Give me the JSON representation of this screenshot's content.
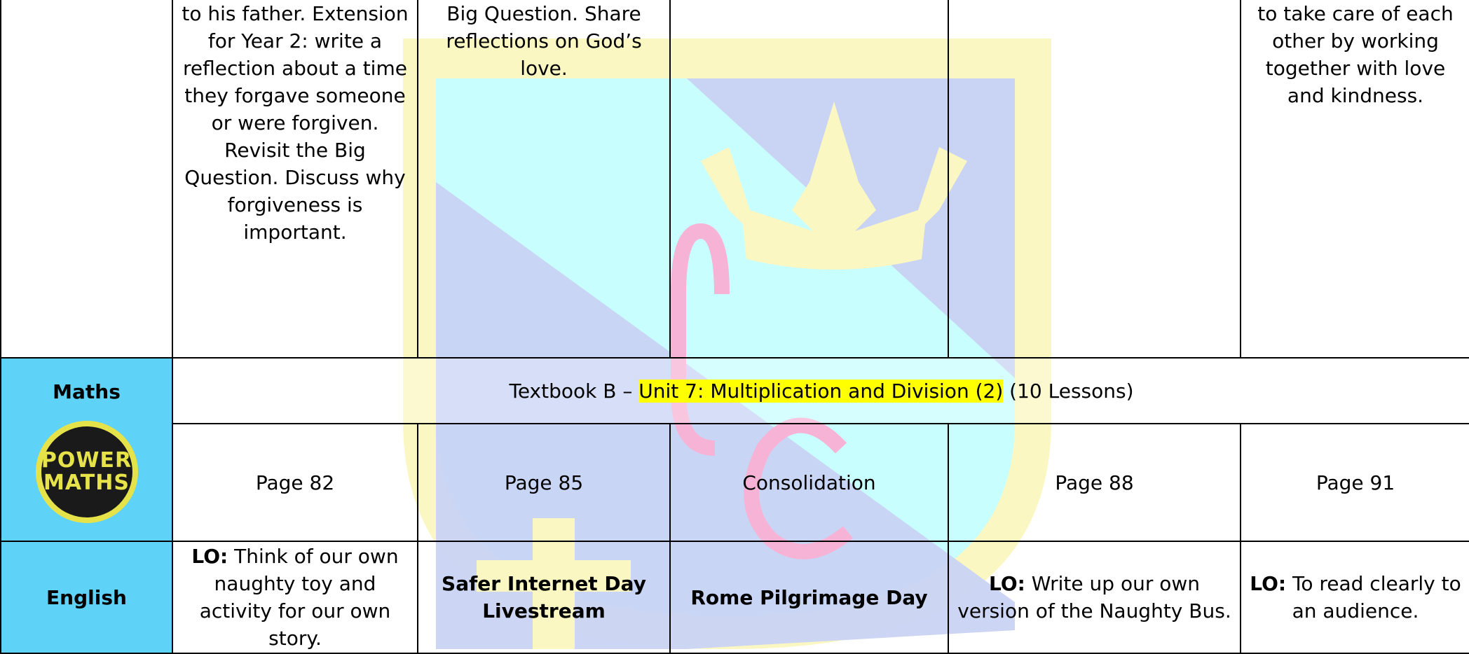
{
  "re_row": {
    "c1": "to his father. Extension for Year 2: write a reflection about a time they forgave someone or were forgiven. Revisit the Big Question. Discuss why forgiveness is important.",
    "c2": "Big Question. Share reflections on God’s love.",
    "c3": "",
    "c4": "",
    "c5": "to take care of each other by working together with love and kindness."
  },
  "maths": {
    "subject": "Maths",
    "badge_line1": "POWER",
    "badge_line2": "MATHS",
    "unit_prefix": "Textbook B – ",
    "unit_highlight": "Unit 7: Multiplication and Division (2)",
    "unit_suffix": " (10 Lessons)",
    "pages": [
      "Page 82",
      "Page 85",
      "Consolidation",
      "Page 88",
      "Page 91"
    ]
  },
  "english": {
    "subject": "English",
    "c1_lo": "LO:",
    "c1_text": " Think of our own naughty toy and activity for our own story.",
    "c2": "Safer Internet Day Livestream",
    "c3": "Rome Pilgrimage Day",
    "c4_lo": "LO:",
    "c4_text": " Write up our own version of the Naughty Bus.",
    "c5_lo": "LO:",
    "c5_text": " To read clearly to an audience."
  },
  "colors": {
    "subject_bg": "#5fd3f7",
    "highlight": "#ffff00",
    "crest_cyan": "#c8fefe",
    "crest_blue": "#c9d3f3",
    "crest_yellow": "#fbf7c2"
  }
}
